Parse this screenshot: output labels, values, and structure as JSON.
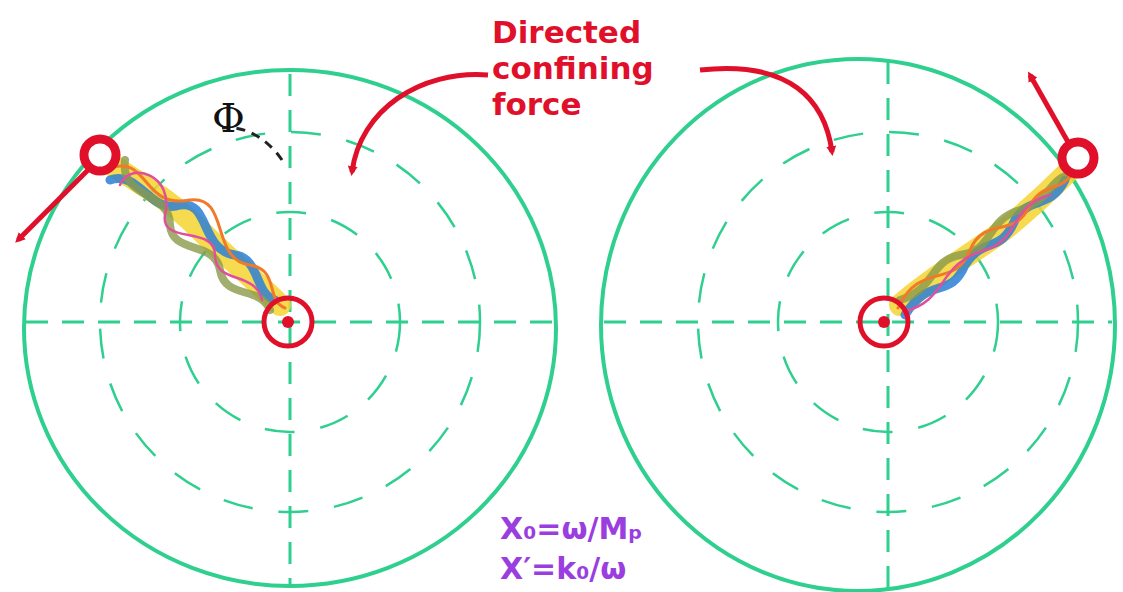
{
  "diagram": {
    "labels": [
      "Directed confining force",
      "Φ",
      "X₀=ω/Mₚ",
      "X′=k₀/ω"
    ]
  }
}
